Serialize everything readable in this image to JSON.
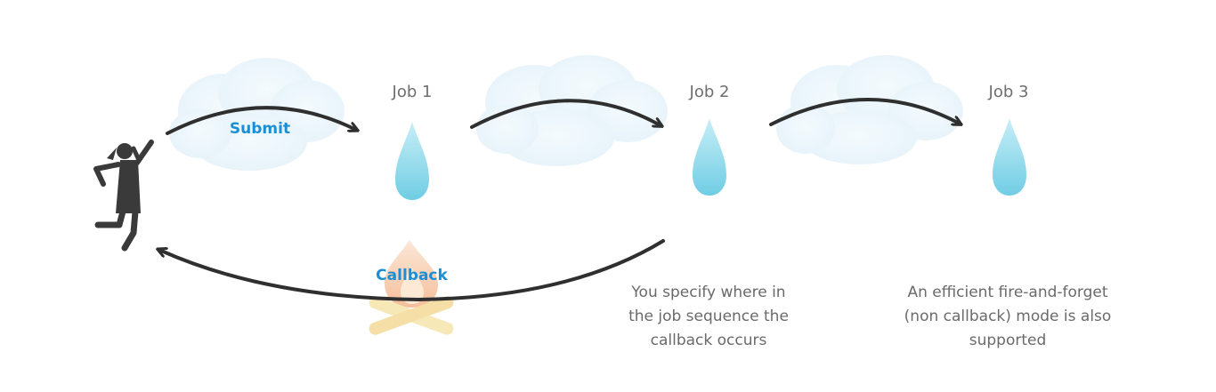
{
  "jobs": [
    {
      "label": "Job 1"
    },
    {
      "label": "Job 2"
    },
    {
      "label": "Job 3"
    }
  ],
  "edges": {
    "submit": "Submit",
    "callback": "Callback"
  },
  "notes": {
    "callback_note": "You specify where in\nthe job sequence the\ncallback occurs",
    "fire_forget_note": "An efficient fire-and-forget\n(non callback) mode is also\nsupported"
  },
  "colors": {
    "accent": "#1a8fd6",
    "arrow": "#2f2f2f",
    "drop": "#7fd3e8",
    "cloud": "#eaf5fb",
    "person": "#3a3a3a",
    "fire": "#f6c49a"
  },
  "icons": {
    "person": "person-icon",
    "drop": "water-drop-icon",
    "fire": "campfire-icon",
    "cloud": "cloud-icon"
  }
}
